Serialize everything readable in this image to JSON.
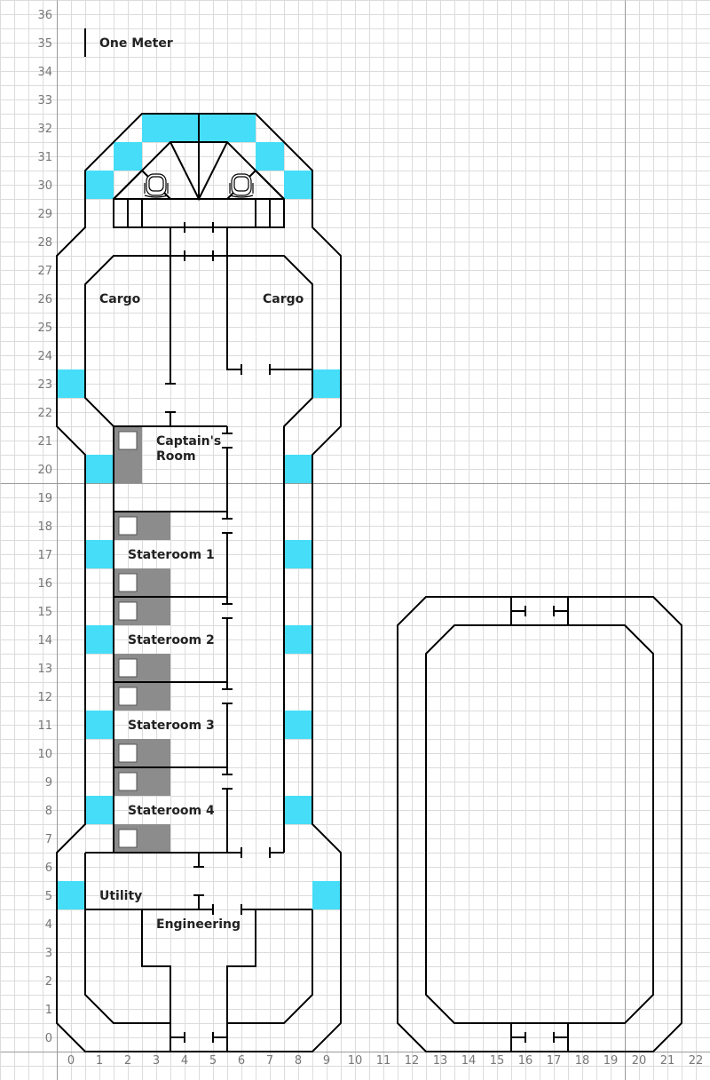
{
  "colors": {
    "background": "#ffffff",
    "grid_minor": "#dcdcdc",
    "axis_main": "#9a9a9a",
    "axis_label": "#777777",
    "wall": "#000000",
    "window": "#45ddf7",
    "bunk": "#8c8c8c",
    "text": "#222222"
  },
  "x_axis_labels": [
    "0",
    "1",
    "2",
    "3",
    "4",
    "5",
    "6",
    "7",
    "8",
    "9",
    "10",
    "11",
    "12",
    "13",
    "14",
    "15",
    "16",
    "17",
    "18",
    "19",
    "20",
    "21",
    "22"
  ],
  "y_axis_labels": [
    "0",
    "1",
    "2",
    "3",
    "4",
    "5",
    "6",
    "7",
    "8",
    "9",
    "10",
    "11",
    "12",
    "13",
    "14",
    "15",
    "16",
    "17",
    "18",
    "19",
    "20",
    "21",
    "22",
    "23",
    "24",
    "25",
    "26",
    "27",
    "28",
    "29",
    "30",
    "31",
    "32",
    "33",
    "34",
    "35",
    "36"
  ],
  "scale_label": "One Meter",
  "rooms": {
    "cargo_left": "Cargo",
    "cargo_right": "Cargo",
    "captains_room_line1": "Captain's",
    "captains_room_line2": "Room",
    "stateroom_1": "Stateroom 1",
    "stateroom_2": "Stateroom 2",
    "stateroom_3": "Stateroom 3",
    "stateroom_4": "Stateroom 4",
    "utility": "Utility",
    "engineering": "Engineering"
  },
  "icons": {
    "pilot_seat": "chair-icon",
    "bunk": "bunk-icon",
    "door": "door-icon"
  }
}
